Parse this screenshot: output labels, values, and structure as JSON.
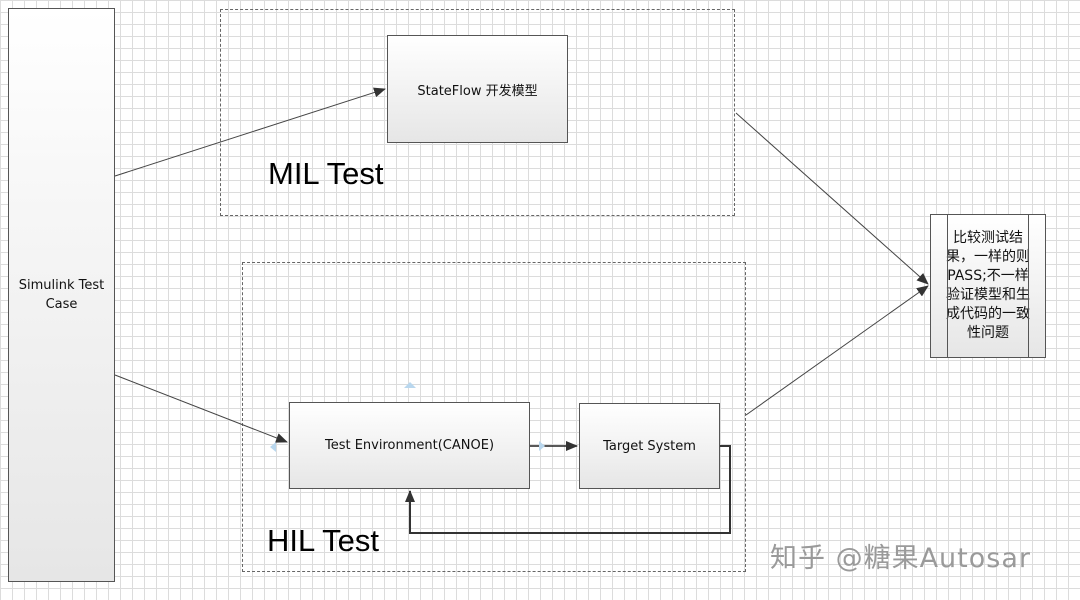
{
  "nodes": {
    "test_case": "Simulink Test Case",
    "stateflow": "StateFlow 开发模型",
    "test_env": "Test Environment(CANOE)",
    "target": "Target System",
    "result": "比较测试结果，一样的则PASS;不一样验证模型和生成代码的一致性问题"
  },
  "regions": {
    "mil": "MIL Test",
    "hil": "HIL Test"
  },
  "watermark": "知乎 @糖果Autosar"
}
